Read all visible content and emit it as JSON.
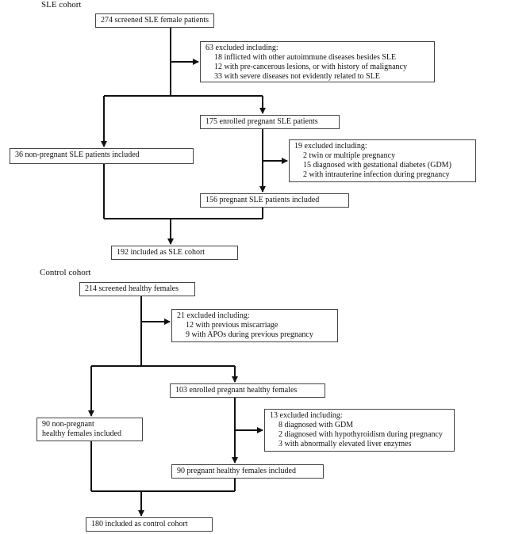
{
  "sle": {
    "heading": "SLE cohort",
    "screened": "274 screened SLE female patients",
    "excluded1": {
      "title": "63 excluded including:",
      "items": [
        "18 inflicted with other autoimmune diseases besides SLE",
        "12 with pre-cancerous  lesions, or with history of malignancy",
        "33 with severe diseases not evidently related to SLE"
      ]
    },
    "enrolled": "175 enrolled pregnant SLE patients",
    "nonpregnant": "36 non-pregnant SLE patients included",
    "excluded2": {
      "title": "19 excluded including:",
      "items": [
        "2 twin or multiple pregnancy",
        "15 diagnosed with gestational diabetes (GDM)",
        "2 with intrauterine infection during pregnancy"
      ]
    },
    "pregnant": "156 pregnant SLE patients included",
    "final": "192 included as SLE cohort"
  },
  "control": {
    "heading": "Control cohort",
    "screened": "214 screened healthy females",
    "excluded1": {
      "title": "21 excluded including:",
      "items": [
        "12 with previous miscarriage",
        "9  with APOs during previous pregnancy"
      ]
    },
    "enrolled": "103 enrolled pregnant healthy females",
    "nonpregnant_l1": "90 non-pregnant",
    "nonpregnant_l2": "healthy females included",
    "excluded2": {
      "title": "13 excluded including:",
      "items": [
        "8 diagnosed with GDM",
        "2 diagnosed with hypothyroidism  during pregnancy",
        "3 with abnormally elevated liver enzymes"
      ]
    },
    "pregnant": "90 pregnant healthy females included",
    "final": "180 included as control cohort"
  }
}
